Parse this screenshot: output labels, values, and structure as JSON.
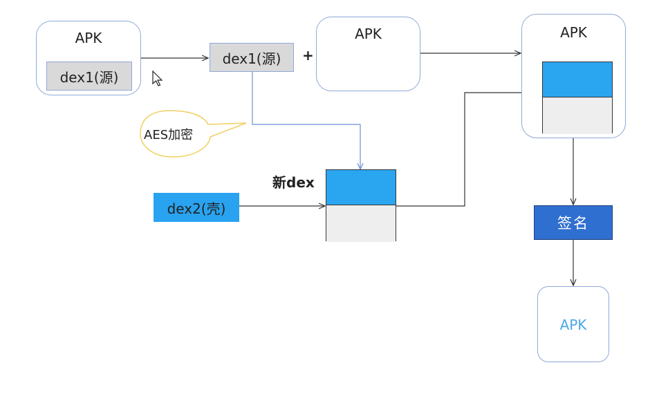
{
  "diagram": {
    "apk_source": {
      "label": "APK",
      "dex_label": "dex1(源)"
    },
    "dex1_copy": {
      "label": "dex1(源)"
    },
    "plus": {
      "label": "+"
    },
    "apk_target": {
      "label": "APK"
    },
    "apk_merged": {
      "label": "APK"
    },
    "encrypt_callout": {
      "label": "AES加密"
    },
    "new_dex": {
      "label": "新dex"
    },
    "dex2_shell": {
      "label": "dex2(壳)"
    },
    "sign_step": {
      "label": "签名"
    },
    "apk_final": {
      "label": "APK"
    }
  },
  "colors": {
    "box_border": "#8fa8d8",
    "dex_gray": "#d9d9d9",
    "dex_blue": "#29a3f0",
    "sign_blue": "#2f6fcf",
    "callout_border": "#f0d060",
    "final_apk_text": "#4aa8e8",
    "arrow": "#333333",
    "arrow_blue": "#6b8fd0"
  }
}
